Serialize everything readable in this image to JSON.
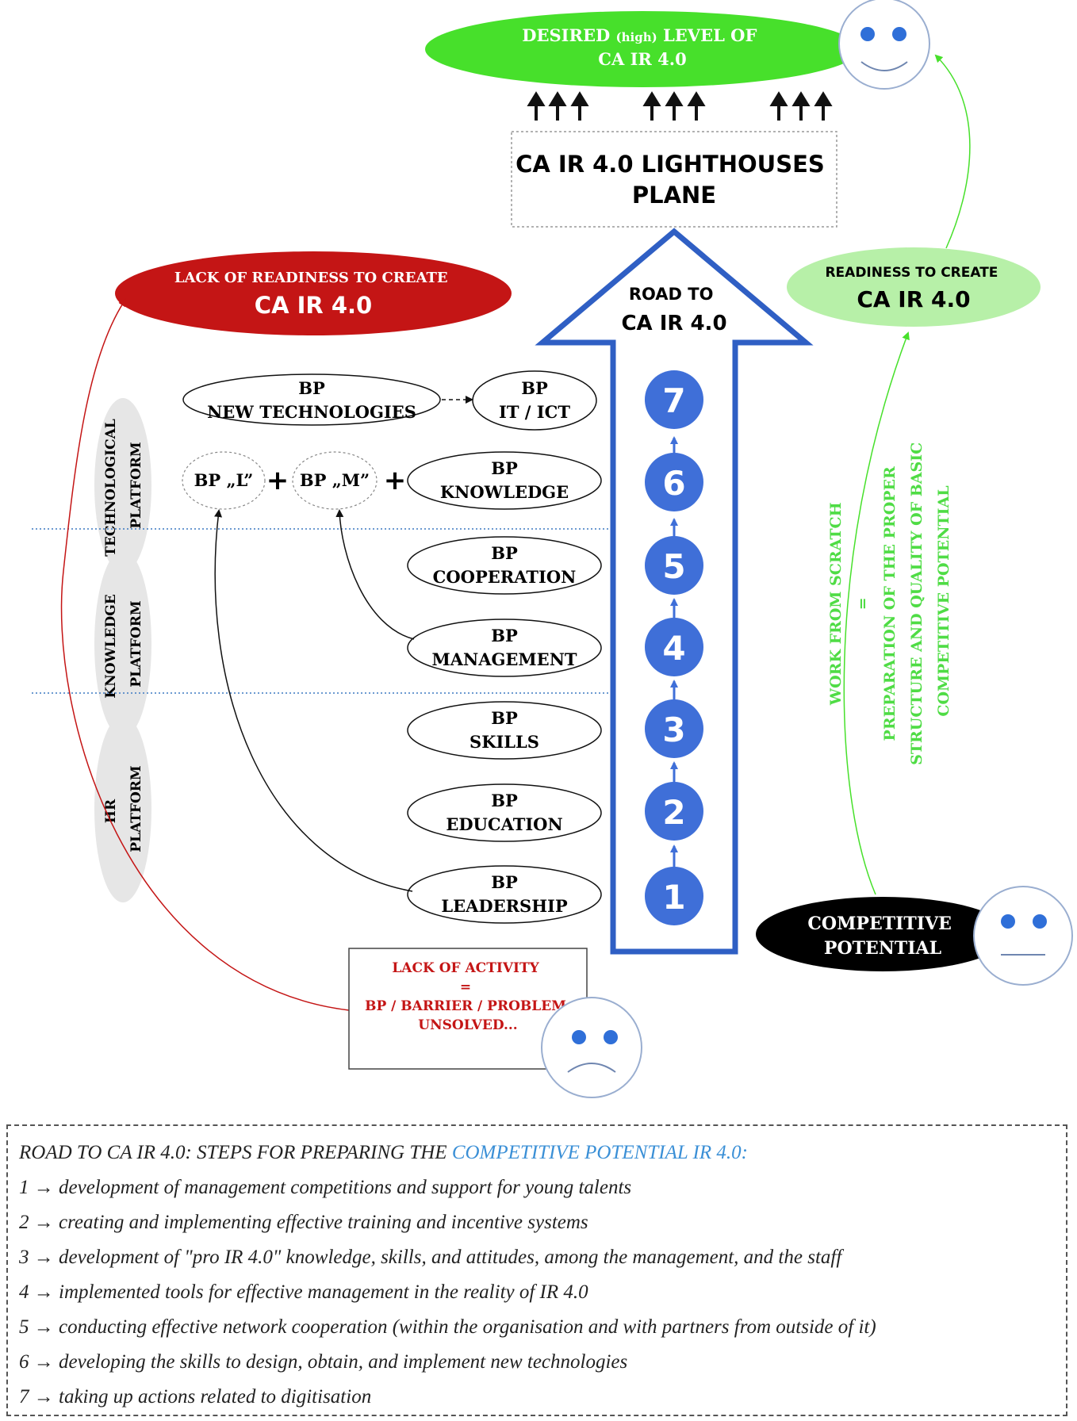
{
  "top_goal": {
    "line1": "DESIRED",
    "high": "(high)",
    "line1b": "LEVEL OF",
    "line2": "CA IR 4.0"
  },
  "lighthouses": {
    "line1": "CA IR 4.0 LIGHTHOUSES",
    "line2": "PLANE"
  },
  "road": {
    "line1": "ROAD TO",
    "line2": "CA IR 4.0",
    "steps": [
      "7",
      "6",
      "5",
      "4",
      "3",
      "2",
      "1"
    ]
  },
  "lack_readiness": {
    "line1": "LACK OF READINESS TO CREATE",
    "line2": "CA IR 4.0"
  },
  "readiness": {
    "line1": "READINESS TO CREATE",
    "line2": "CA IR 4.0"
  },
  "platforms": {
    "tech": [
      "TECHNOLOGICAL",
      "PLATFORM"
    ],
    "knowledge": [
      "KNOWLEDGE",
      "PLATFORM"
    ],
    "hr": [
      "HR",
      "PLATFORM"
    ]
  },
  "bp": {
    "new_tech": [
      "BP",
      "NEW TECHNOLOGIES"
    ],
    "it": [
      "BP",
      "IT / ICT"
    ],
    "l": "BP „L”",
    "m": "BP „M”",
    "plus": "+",
    "knowledge": [
      "BP",
      "KNOWLEDGE"
    ],
    "cooperation": [
      "BP",
      "COOPERATION"
    ],
    "management": [
      "BP",
      "MANAGEMENT"
    ],
    "skills": [
      "BP",
      "SKILLS"
    ],
    "education": [
      "BP",
      "EDUCATION"
    ],
    "leadership": [
      "BP",
      "LEADERSHIP"
    ]
  },
  "lack_activity": {
    "line1": "LACK OF ACTIVITY",
    "line2": "=",
    "line3": "BP / BARRIER / PROBLEM",
    "line4": "UNSOLVED..."
  },
  "competitive": {
    "line1": "COMPETITIVE",
    "line2": "POTENTIAL"
  },
  "work_scratch": {
    "line1": "WORK FROM SCRATCH",
    "line2": "=",
    "line3": "PREPARATION OF THE PROPER",
    "line4": "STRUCTURE AND QUALITY OF BASIC",
    "line5": "COMPETITIVE POTENTIAL"
  },
  "legend": {
    "title_a": "ROAD TO CA IR 4.0: STEPS FOR PREPARING THE",
    "title_b": "COMPETITIVE POTENTIAL IR 4.0:",
    "items": [
      "1 → development of management competitions and support for young talents",
      "2 → creating and implementing effective training and incentive systems",
      "3 → development of \"pro IR 4.0\" knowledge, skills, and attitudes, among the management, and the staff",
      "4 → implemented tools for effective management in the reality of IR 4.0",
      "5 → conducting effective network cooperation (within the organisation and with partners from outside of it)",
      "6 → developing the skills to design, obtain, and implement new technologies",
      "7 → taking up actions related to digitisation"
    ]
  },
  "colors": {
    "road_blue": "#2f5fc4",
    "step_blue": "#3f6fd8",
    "red": "#c41515",
    "bright_green": "#47e02b",
    "light_green": "#b7f0a8",
    "green_text": "#4fdc45",
    "platform_gray": "#e6e6e6",
    "legend_highlight": "#3a8fd6"
  }
}
